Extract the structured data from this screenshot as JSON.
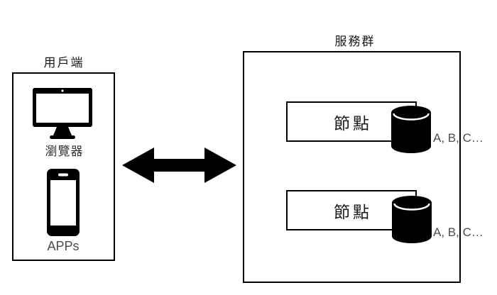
{
  "diagram": {
    "client": {
      "title": "用戶端",
      "browser_label": "瀏覽器",
      "apps_label": "APPs"
    },
    "connector": {
      "type": "double-headed-arrow",
      "direction": "horizontal"
    },
    "cluster": {
      "title": "服務群",
      "nodes": [
        {
          "label": "節點",
          "storage_label": "A, B, C…"
        },
        {
          "label": "節點",
          "storage_label": "A, B, C…"
        }
      ]
    },
    "colors": {
      "background": "#ffffff",
      "stroke": "#000000",
      "icon_fill": "#000000",
      "text_primary": "#1a1a1a",
      "text_secondary": "#4d4d4d"
    }
  }
}
